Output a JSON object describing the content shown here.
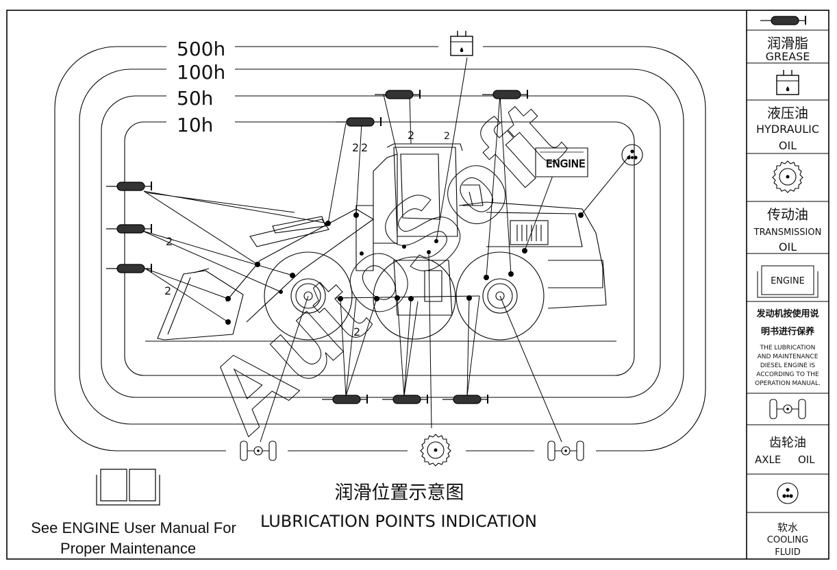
{
  "intervals": [
    {
      "id": "500h",
      "label": "500h"
    },
    {
      "id": "100h",
      "label": "100h"
    },
    {
      "id": "50h",
      "label": "50h"
    },
    {
      "id": "10h",
      "label": "10h"
    }
  ],
  "callouts": [
    "2",
    "2",
    "2",
    "2",
    "2",
    "2",
    "2"
  ],
  "engine_plate_label": "ENGINE",
  "watermark": "AutoSoft",
  "title_cn": "润滑位置示意图",
  "title_en": "LUBRICATION  POINTS  INDICATION",
  "manual_note": {
    "line1": "See ENGINE User Manual For",
    "line2": "Proper Maintenance"
  },
  "legend": {
    "grease": {
      "cn": "润滑脂",
      "en": "GREASE"
    },
    "hydraulic": {
      "cn": "液压油",
      "en1": "HYDRAULIC",
      "en2": "OIL"
    },
    "transmission": {
      "cn": "传动油",
      "en1": "TRANSMISSION",
      "en2": "OIL"
    },
    "engine": {
      "icon_label": "ENGINE",
      "cn1": "发动机按使用说",
      "cn2": "明书进行保养",
      "en": [
        "THE  LUBRICATION",
        "AND  MAINTENANCE",
        "DIESEL  ENGINE  IS",
        "ACCORDING  TO  THE",
        "OPERATION  MANUAL."
      ]
    },
    "axle": {
      "cn": "齿轮油",
      "en1": "AXLE",
      "en2": "OIL"
    },
    "cooling": {
      "cn": "软水",
      "en1": "COOLING",
      "en2": "FLUID"
    }
  }
}
